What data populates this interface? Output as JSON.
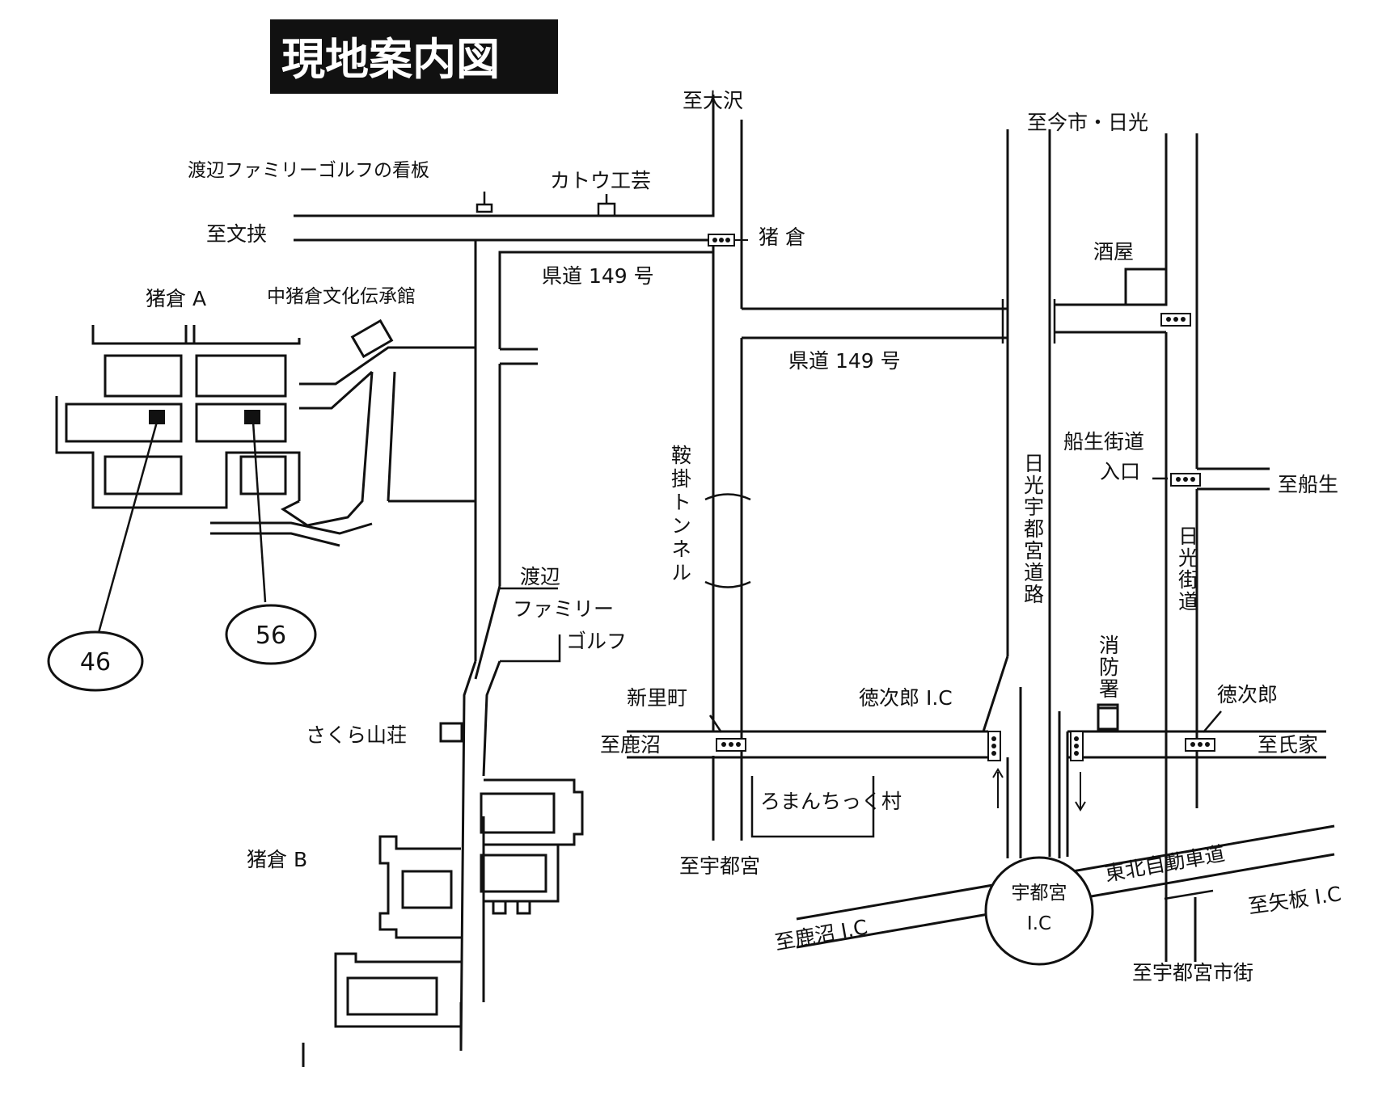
{
  "title": "現地案内図",
  "labels": {
    "to_osawa": "至大沢",
    "to_imaichi_nikko": "至今市・日光",
    "sign_golf": "渡辺ファミリーゴルフの看板",
    "kato_kogei": "カトウ工芸",
    "to_bunkyo": "至文挟",
    "ikura": "猪 倉",
    "sakaya": "酒屋",
    "kendo_149_top": "県道 149 号",
    "ikura_a": "猪倉 A",
    "naka_ikura_bunka": "中猪倉文化伝承館",
    "kendo_149_mid": "県道 149 号",
    "funyu_kaido": "船生街道",
    "funyu_iriguchi": "入口",
    "to_funyu": "至船生",
    "kuragake_tunnel": "鞍掛トンネル",
    "nikko_utsunomiya_doro": "日光宇都宮道路",
    "nikko_kaido": "日光街道",
    "watanabe": "渡辺",
    "family": "ファミリー",
    "golf": "ゴルフ",
    "shobosho": "消防署",
    "shinsatomachi": "新里町",
    "tokujiro_ic": "徳次郎 I.C",
    "tokujiro": "徳次郎",
    "sakura_sanso": "さくら山荘",
    "to_kanuma": "至鹿沼",
    "to_ujiie": "至氏家",
    "romantic_mura": "ろまんちっく村",
    "ikura_b": "猪倉 B",
    "to_utsunomiya": "至宇都宮",
    "tohoku_expressway": "東北自動車道",
    "utsunomiya_ic_1": "宇都宮",
    "utsunomiya_ic_2": "I.C",
    "to_yaita_ic": "至矢板 I.C",
    "to_kanuma_ic": "至鹿沼 I.C",
    "to_utsunomiya_shigai": "至宇都宮市街"
  },
  "markers": [
    {
      "number": "46"
    },
    {
      "number": "56"
    }
  ]
}
